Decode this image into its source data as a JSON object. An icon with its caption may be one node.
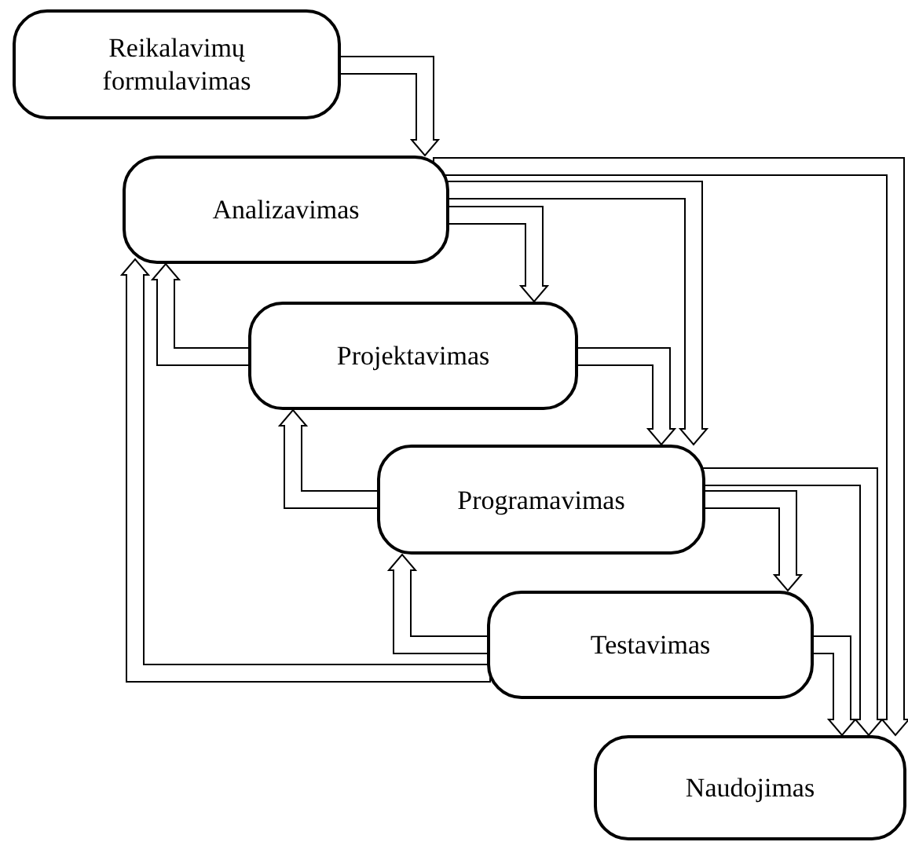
{
  "diagram": {
    "nodes": [
      {
        "text": [
          "Reikalavimų formulavimas"
        ]
      },
      {
        "text": [
          "Analizavimas"
        ]
      },
      {
        "text": [
          "Projektavimas"
        ]
      },
      {
        "text": [
          "Programavimas"
        ]
      },
      {
        "text": [
          "Testavimas"
        ]
      },
      {
        "text": [
          "Naudojimas"
        ]
      }
    ],
    "edges": [
      {
        "from": 0,
        "to": 1,
        "arrow": "to"
      },
      {
        "from": 1,
        "to": 2,
        "arrow": "to"
      },
      {
        "from": 1,
        "to": 3,
        "arrow": "to"
      },
      {
        "from": 1,
        "to": 5,
        "arrow": "to"
      },
      {
        "from": 2,
        "to": 1,
        "arrow": "to"
      },
      {
        "from": 4,
        "to": 1,
        "arrow": "to"
      },
      {
        "from": 2,
        "to": 3,
        "arrow": "to"
      },
      {
        "from": 3,
        "to": 2,
        "arrow": "to"
      },
      {
        "from": 3,
        "to": 4,
        "arrow": "to"
      },
      {
        "from": 3,
        "to": 5,
        "arrow": "to"
      },
      {
        "from": 4,
        "to": 3,
        "arrow": "to"
      },
      {
        "from": 4,
        "to": 5,
        "arrow": "to"
      }
    ]
  }
}
